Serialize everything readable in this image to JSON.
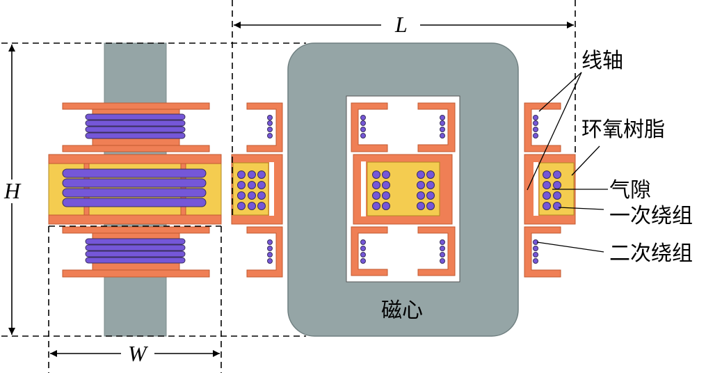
{
  "dimensions": {
    "L": "L",
    "H": "H",
    "W": "W"
  },
  "labels": {
    "bobbin": "线轴",
    "epoxy": "环氧树脂",
    "air_gap": "气隙",
    "primary": "一次绕组",
    "secondary": "二次绕组",
    "core": "磁心"
  },
  "colors": {
    "core": "#95a5a6",
    "bobbin": "#ef7f55",
    "epoxy": "#f4cc50",
    "winding": "#7557d8",
    "outline": "#3a2f5c",
    "core_window": "#ffffff"
  }
}
